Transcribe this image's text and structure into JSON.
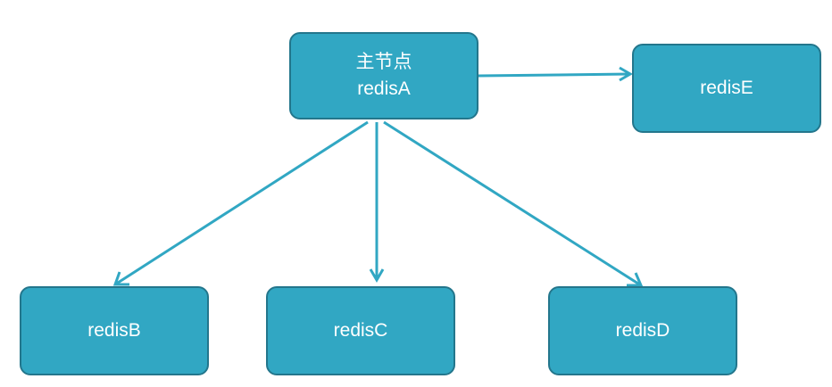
{
  "colors": {
    "node_fill": "#31a7c3",
    "node_border": "#23768c",
    "node_text": "#ffffff",
    "edge": "#31a7c3"
  },
  "nodes": {
    "a": {
      "label": "主节点",
      "name": "redisA"
    },
    "b": {
      "name": "redisB"
    },
    "c": {
      "name": "redisC"
    },
    "d": {
      "name": "redisD"
    },
    "e": {
      "name": "redisE"
    }
  },
  "edges": [
    {
      "from": "redisA",
      "to": "redisE"
    },
    {
      "from": "redisA",
      "to": "redisB"
    },
    {
      "from": "redisA",
      "to": "redisC"
    },
    {
      "from": "redisA",
      "to": "redisD"
    }
  ]
}
